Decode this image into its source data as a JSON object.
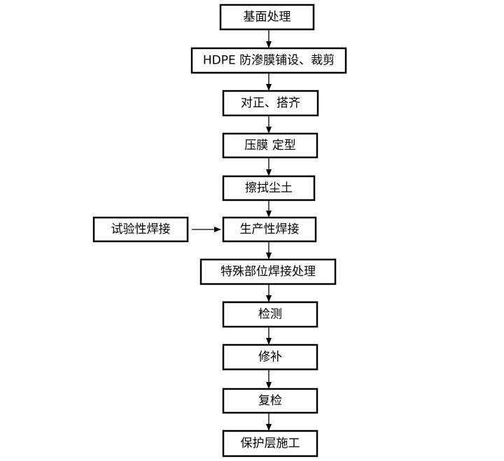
{
  "steps": [
    {
      "id": "s1",
      "label": "基面处理"
    },
    {
      "id": "s2",
      "label": "HDPE 防渗膜铺设、裁剪"
    },
    {
      "id": "s3",
      "label": "对正、搭齐"
    },
    {
      "id": "s4",
      "label": "压膜  定型"
    },
    {
      "id": "s5",
      "label": "擦拭尘土"
    },
    {
      "id": "s6",
      "label": "生产性焊接"
    },
    {
      "id": "s7",
      "label": "特殊部位焊接处理"
    },
    {
      "id": "s8",
      "label": "检测"
    },
    {
      "id": "s9",
      "label": "修补"
    },
    {
      "id": "s10",
      "label": "复检"
    },
    {
      "id": "s11",
      "label": "保护层施工"
    }
  ],
  "side_step": {
    "id": "side",
    "label": "试验性焊接"
  },
  "edges": [
    [
      "s1",
      "s2"
    ],
    [
      "s2",
      "s3"
    ],
    [
      "s3",
      "s4"
    ],
    [
      "s4",
      "s5"
    ],
    [
      "s5",
      "s6"
    ],
    [
      "s6",
      "s7"
    ],
    [
      "s7",
      "s8"
    ],
    [
      "s8",
      "s9"
    ],
    [
      "s9",
      "s10"
    ],
    [
      "s10",
      "s11"
    ],
    [
      "side",
      "s6"
    ]
  ]
}
